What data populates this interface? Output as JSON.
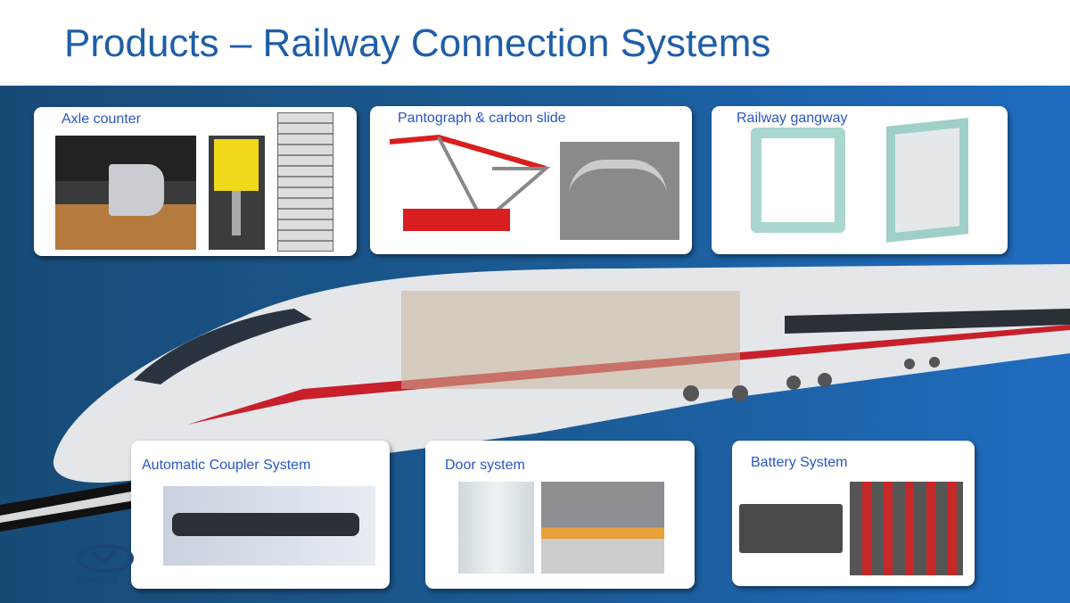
{
  "slide": {
    "title": "Products – Railway Connection Systems",
    "logo_text": "YONGGUI"
  },
  "products": [
    {
      "label": "Axle counter"
    },
    {
      "label": "Pantograph & carbon slide"
    },
    {
      "label": "Railway gangway"
    },
    {
      "label": "Automatic Coupler System"
    },
    {
      "label": "Door system"
    },
    {
      "label": "Battery System"
    }
  ],
  "colors": {
    "title": "#1f5ea8",
    "label": "#2a56c6",
    "background_left": "#184a76",
    "background_right": "#1f6cc0"
  }
}
